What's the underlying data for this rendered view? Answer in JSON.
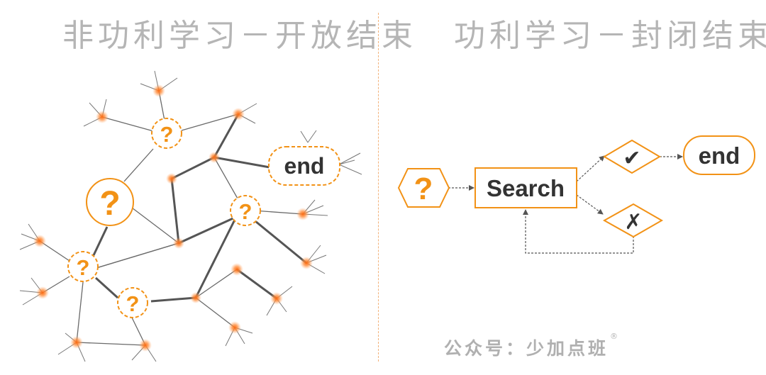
{
  "left_panel": {
    "title": "非功利学习－开放结束",
    "end_label": "end",
    "question_mark": "?"
  },
  "right_panel": {
    "title": "功利学习－封闭结束",
    "start_label": "?",
    "search_label": "Search",
    "success_label": "✔",
    "fail_label": "✗",
    "end_label": "end"
  },
  "watermark": {
    "text": "公众号：少加点班",
    "registered_mark": "®"
  },
  "colors": {
    "accent": "#f29216",
    "title_gray": "#b5b5b5",
    "line_dark": "#555555",
    "line_light": "#8a8a8a",
    "node_glow": "#ff7a20"
  }
}
